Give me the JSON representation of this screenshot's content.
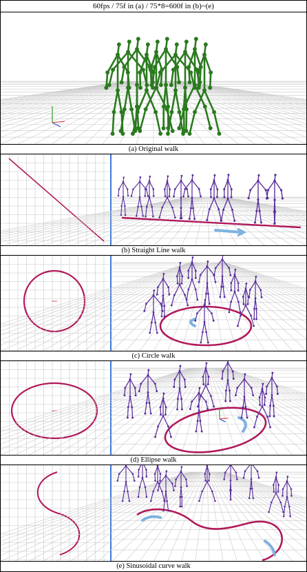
{
  "header": {
    "text": "60fps / 75f in (a) / 75*8=600f in (b)~(e)"
  },
  "panels": [
    {
      "caption": "(a) Original walk"
    },
    {
      "caption": "(b) Straight Line walk"
    },
    {
      "caption": "(c) Circle walk"
    },
    {
      "caption": "(d) Ellipse walk"
    },
    {
      "caption": "(e) Sinusoidal curve walk"
    }
  ],
  "colors": {
    "grid": "#c8c8c8",
    "skeleton_original": "#2a7a1e",
    "skeleton_retarget": "#5a2d9c",
    "path": "#b0185a",
    "divider": "#3a78d8",
    "arrow": "#7fb0e0"
  }
}
